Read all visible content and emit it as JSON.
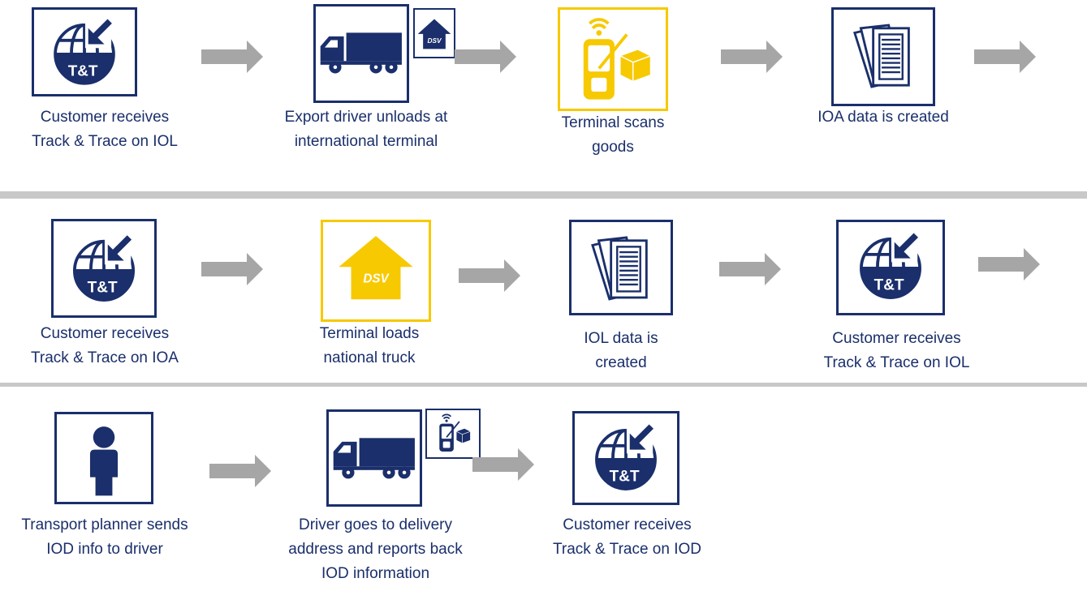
{
  "icons": {
    "tt_text": "T&T",
    "dsv_text": "DSV"
  },
  "rows": [
    {
      "steps": [
        {
          "icon": "track-and-trace-globe-icon",
          "label_lines": [
            "Customer receives",
            "Track & Trace on IOL"
          ]
        },
        {
          "icon": "truck-icon",
          "badge": "dsv-house-icon",
          "label_lines": [
            "Export driver unloads at",
            "international terminal"
          ]
        },
        {
          "icon": "handheld-scanner-icon",
          "label_lines": [
            "Terminal scans",
            "goods"
          ]
        },
        {
          "icon": "documents-icon",
          "label_lines": [
            "IOA data is created"
          ]
        }
      ]
    },
    {
      "steps": [
        {
          "icon": "track-and-trace-globe-icon",
          "label_lines": [
            "Customer receives",
            "Track & Trace on IOA"
          ]
        },
        {
          "icon": "dsv-house-icon",
          "label_lines": [
            "Terminal loads",
            "national  truck"
          ]
        },
        {
          "icon": "documents-icon",
          "label_lines": [
            "IOL data is",
            "created"
          ]
        },
        {
          "icon": "track-and-trace-globe-icon",
          "label_lines": [
            "Customer receives",
            "Track & Trace on IOL"
          ]
        }
      ]
    },
    {
      "steps": [
        {
          "icon": "person-icon",
          "label_lines": [
            "Transport planner sends",
            "IOD info to driver"
          ]
        },
        {
          "icon": "truck-icon",
          "badge": "handheld-scanner-icon",
          "label_lines": [
            "Driver goes to delivery",
            "address and reports back",
            "IOD information"
          ]
        },
        {
          "icon": "track-and-trace-globe-icon",
          "label_lines": [
            "Customer receives",
            "Track & Trace on IOD"
          ]
        }
      ]
    }
  ],
  "colors": {
    "navy": "#1a2f6b",
    "yellow": "#f7c900",
    "arrow_gray": "#a6a6a6",
    "separator_gray": "#c8c8c8"
  }
}
